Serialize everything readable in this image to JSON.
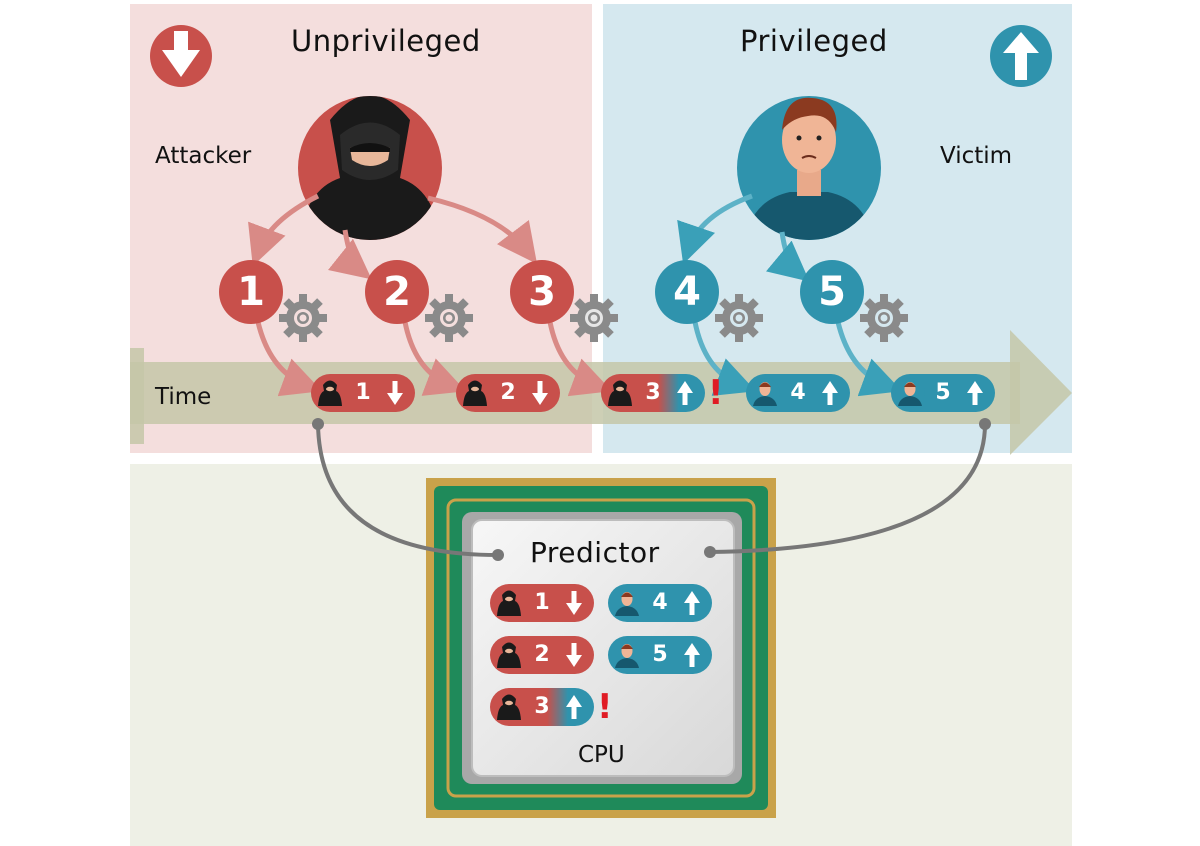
{
  "labels": {
    "unprivileged": "Unprivileged",
    "privileged": "Privileged",
    "attacker": "Attacker",
    "victim": "Victim",
    "time": "Time",
    "predictor": "Predictor",
    "cpu": "CPU"
  },
  "steps": [
    "1",
    "2",
    "3",
    "4",
    "5"
  ],
  "timeline_entries": [
    {
      "num": "1",
      "actor": "attacker",
      "arrow": "down"
    },
    {
      "num": "2",
      "actor": "attacker",
      "arrow": "down"
    },
    {
      "num": "3",
      "actor": "attacker",
      "arrow": "up",
      "alert": "!"
    },
    {
      "num": "4",
      "actor": "victim",
      "arrow": "up"
    },
    {
      "num": "5",
      "actor": "victim",
      "arrow": "up"
    }
  ],
  "predictor_entries": [
    {
      "num": "1",
      "actor": "attacker",
      "arrow": "down"
    },
    {
      "num": "4",
      "actor": "victim",
      "arrow": "up"
    },
    {
      "num": "2",
      "actor": "attacker",
      "arrow": "down"
    },
    {
      "num": "5",
      "actor": "victim",
      "arrow": "up"
    },
    {
      "num": "3",
      "actor": "attacker",
      "arrow": "up",
      "alert": "!"
    }
  ],
  "colors": {
    "red": "#c8504b",
    "teal": "#2f93ad",
    "red_bg": "#f4dedd",
    "teal_bg": "#d5e8ef",
    "bottom_bg": "#eef0e6",
    "timeline": "#c4c7a8",
    "pcb": "#1f8a5a",
    "alert": "#e01b24"
  }
}
